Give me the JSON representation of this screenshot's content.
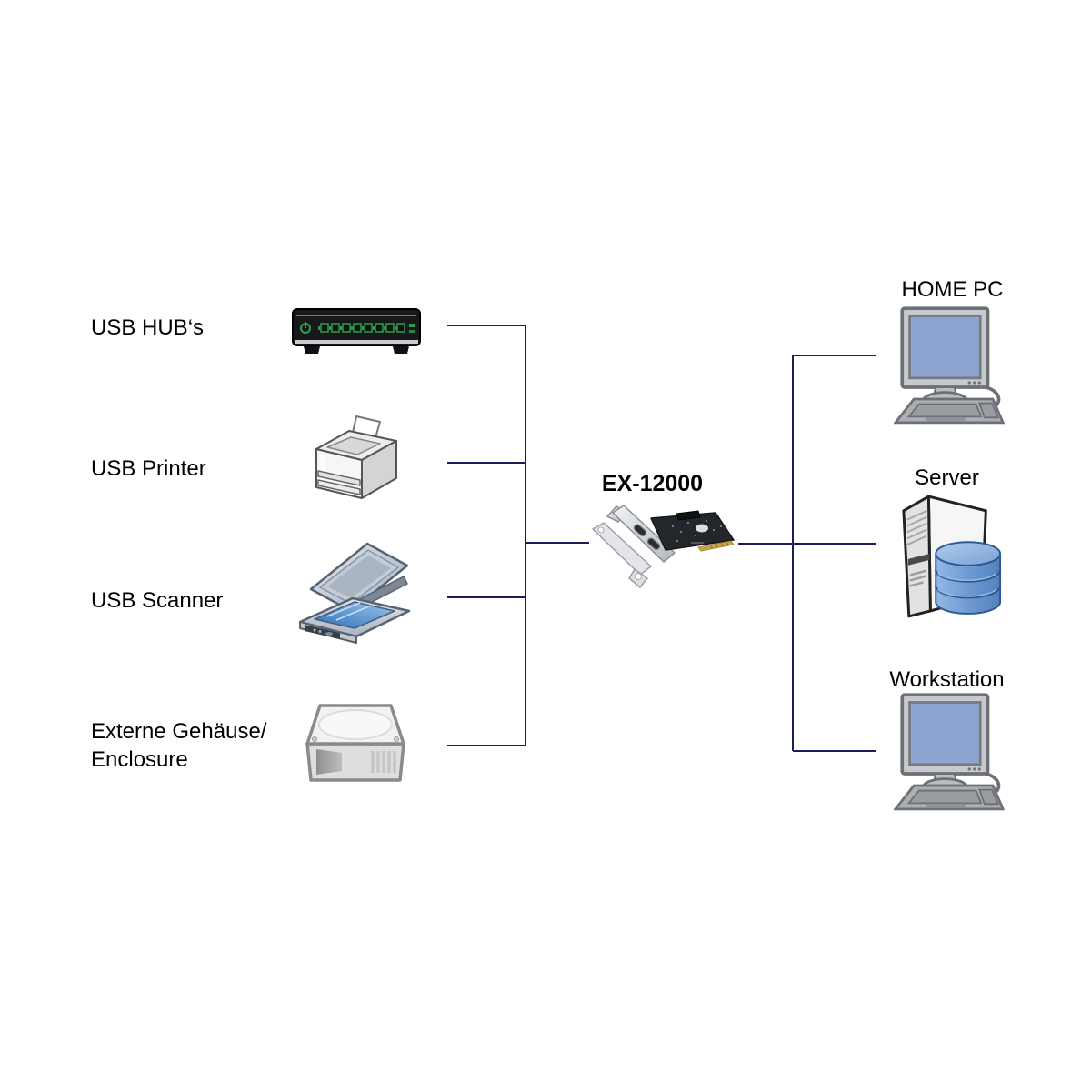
{
  "diagram": {
    "center": {
      "title": "EX-12000",
      "icon": "pcie-card"
    },
    "left_devices": [
      {
        "label": "USB HUB‘s",
        "icon": "usb-hub"
      },
      {
        "label": "USB Printer",
        "icon": "usb-printer"
      },
      {
        "label": "USB Scanner",
        "icon": "usb-scanner"
      },
      {
        "label_line1": "Externe Gehäuse/",
        "label_line2": "Enclosure",
        "icon": "hard-drive-enclosure"
      }
    ],
    "right_devices": [
      {
        "label": "HOME PC",
        "icon": "desktop-pc"
      },
      {
        "label": "Server",
        "icon": "server-database"
      },
      {
        "label": "Workstation",
        "icon": "desktop-pc"
      }
    ],
    "colors": {
      "background": "#ffffff",
      "connector_line": "#1b1f57",
      "text": "#000000",
      "screen_blue": "#8ca4cf",
      "database_blue": "#6f9bd2",
      "hub_led_green": "#2f9e4f",
      "pcb_dark": "#23262b",
      "gold_edge": "#c9a24a"
    }
  }
}
